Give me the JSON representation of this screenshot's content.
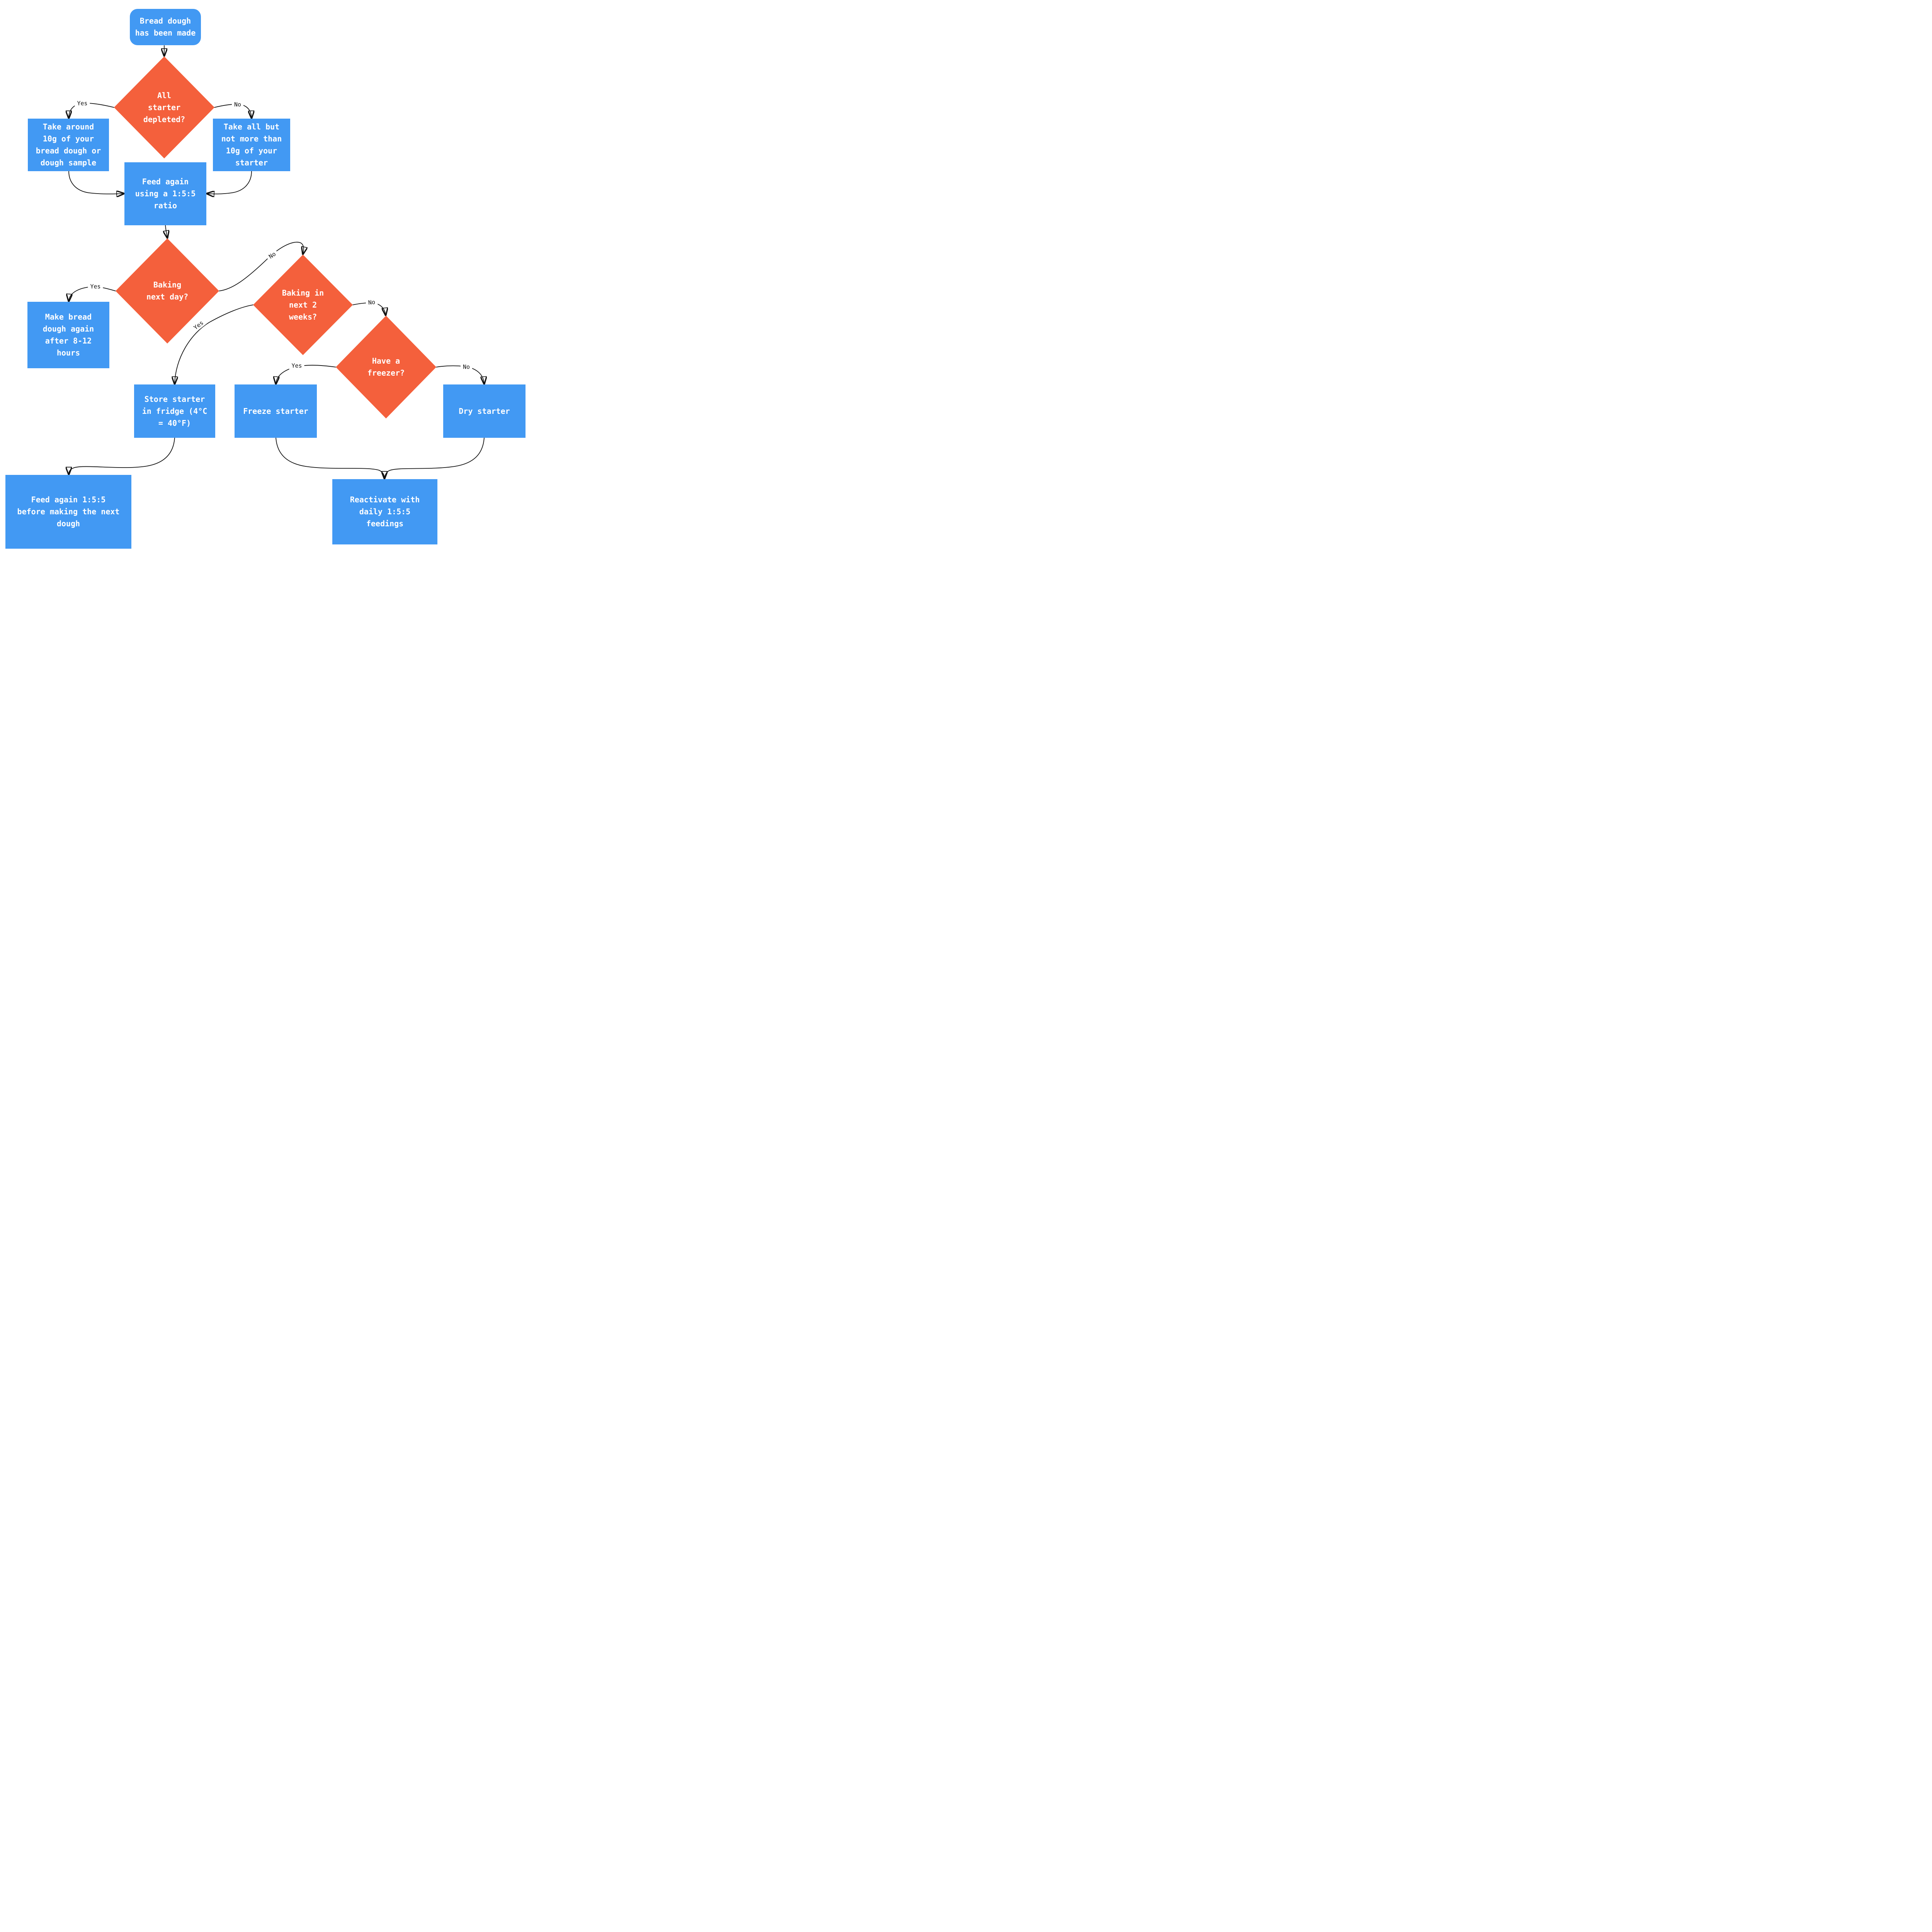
{
  "diagram": {
    "type": "flowchart",
    "topic": "Sourdough starter handling after making bread dough"
  },
  "colors": {
    "process_fill": "#4299F3",
    "decision_fill": "#F4603C",
    "node_text": "#FFFFFF",
    "line": "#111111",
    "label_text": "#111111",
    "bg": "#FFFFFF"
  },
  "nodes": {
    "start": {
      "type": "start",
      "label": "Bread dough\nhas been made"
    },
    "depleted": {
      "type": "decision",
      "label": "All\nstarter\ndepleted?"
    },
    "take10": {
      "type": "process",
      "label": "Take around\n10g of your\nbread dough or\ndough sample"
    },
    "takeall": {
      "type": "process",
      "label": "Take all but\nnot more than\n10g of your\nstarter"
    },
    "feed155": {
      "type": "process",
      "label": "Feed again\nusing a 1:5:5\nratio"
    },
    "nextday": {
      "type": "decision",
      "label": "Baking\nnext day?"
    },
    "makebread": {
      "type": "process",
      "label": "Make bread\ndough again\nafter 8-12\nhours"
    },
    "twoweeks": {
      "type": "decision",
      "label": "Baking in\nnext 2\nweeks?"
    },
    "freezer": {
      "type": "decision",
      "label": "Have a\nfreezer?"
    },
    "fridge": {
      "type": "process",
      "label": "Store starter\nin fridge (4°C\n= 40°F)"
    },
    "freeze": {
      "type": "process",
      "label": "Freeze starter"
    },
    "dry": {
      "type": "process",
      "label": "Dry starter"
    },
    "feedbefore": {
      "type": "process",
      "label": "Feed again 1:5:5\nbefore making the next\ndough"
    },
    "reactivate": {
      "type": "process",
      "label": "Reactivate with\ndaily 1:5:5\nfeedings"
    }
  },
  "edges": [
    {
      "from": "start",
      "to": "depleted",
      "label": ""
    },
    {
      "from": "depleted",
      "to": "take10",
      "label": "Yes"
    },
    {
      "from": "depleted",
      "to": "takeall",
      "label": "No"
    },
    {
      "from": "take10",
      "to": "feed155",
      "label": ""
    },
    {
      "from": "takeall",
      "to": "feed155",
      "label": ""
    },
    {
      "from": "feed155",
      "to": "nextday",
      "label": ""
    },
    {
      "from": "nextday",
      "to": "makebread",
      "label": "Yes"
    },
    {
      "from": "nextday",
      "to": "twoweeks",
      "label": "No"
    },
    {
      "from": "twoweeks",
      "to": "fridge",
      "label": "Yes"
    },
    {
      "from": "twoweeks",
      "to": "freezer",
      "label": "No"
    },
    {
      "from": "freezer",
      "to": "freeze",
      "label": "Yes"
    },
    {
      "from": "freezer",
      "to": "dry",
      "label": "No"
    },
    {
      "from": "fridge",
      "to": "feedbefore",
      "label": ""
    },
    {
      "from": "freeze",
      "to": "reactivate",
      "label": ""
    },
    {
      "from": "dry",
      "to": "reactivate",
      "label": ""
    }
  ]
}
